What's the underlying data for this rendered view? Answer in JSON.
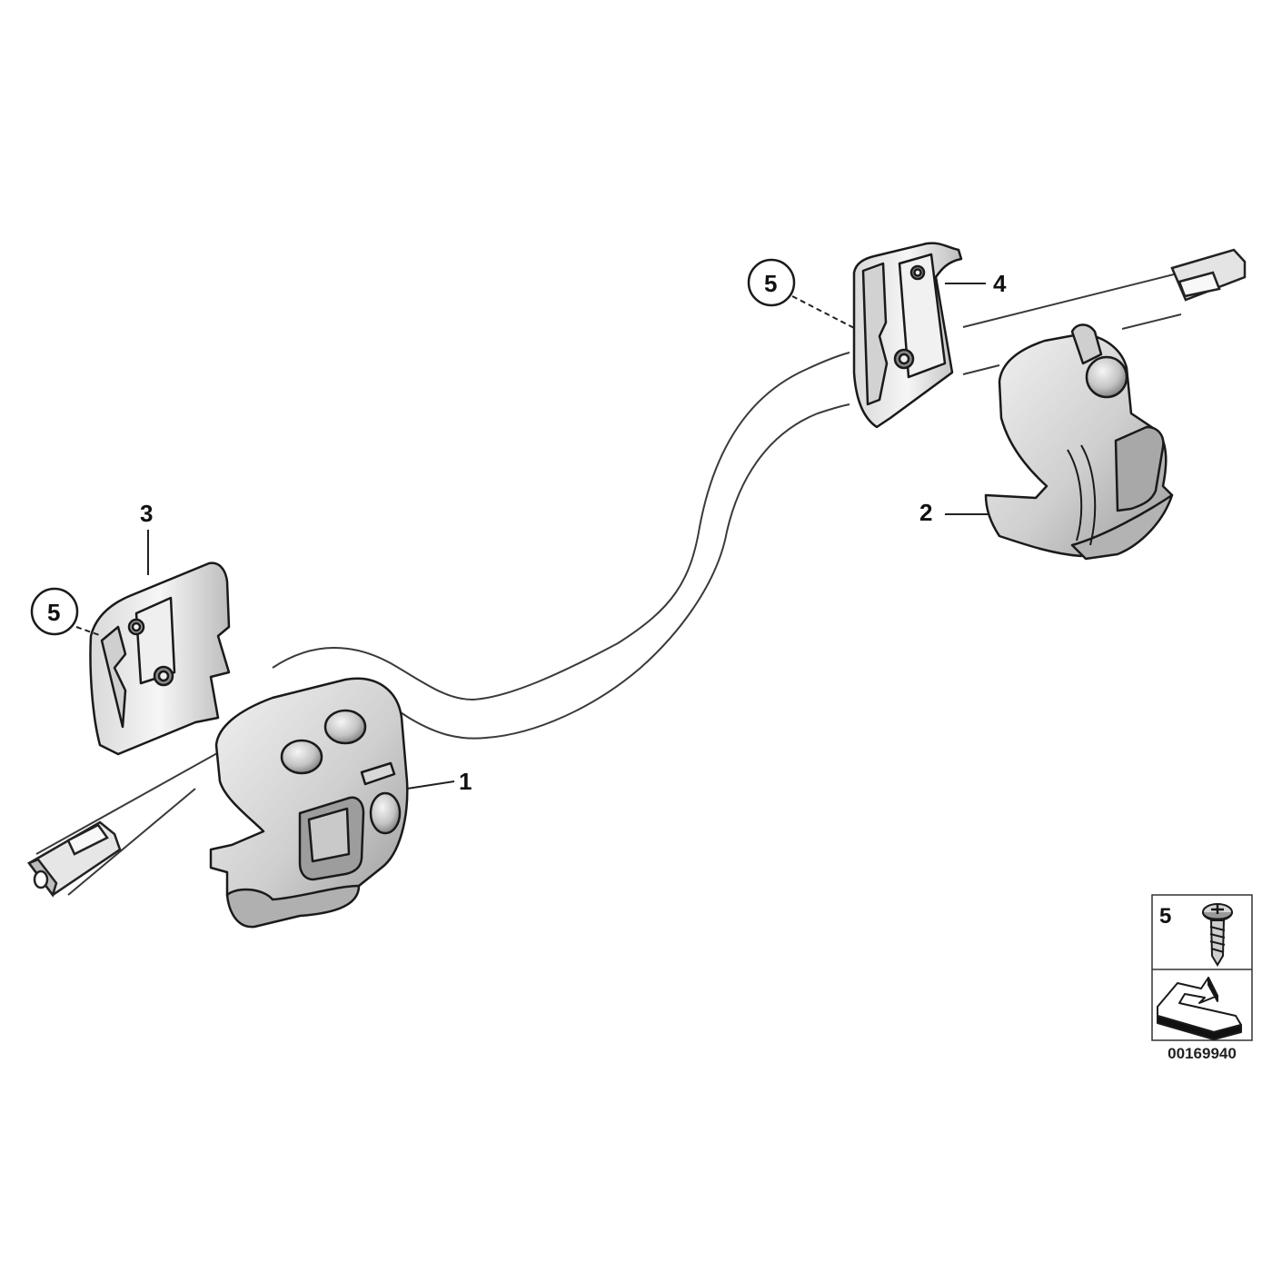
{
  "callouts": {
    "part1": "1",
    "part2": "2",
    "part3": "3",
    "part4": "4",
    "part5_left": "5",
    "part5_right": "5"
  },
  "legend": {
    "item_label": "5",
    "item_icon": "screw-icon",
    "arrow_icon": "direction-arrow-icon"
  },
  "diagram_number": "00169940"
}
